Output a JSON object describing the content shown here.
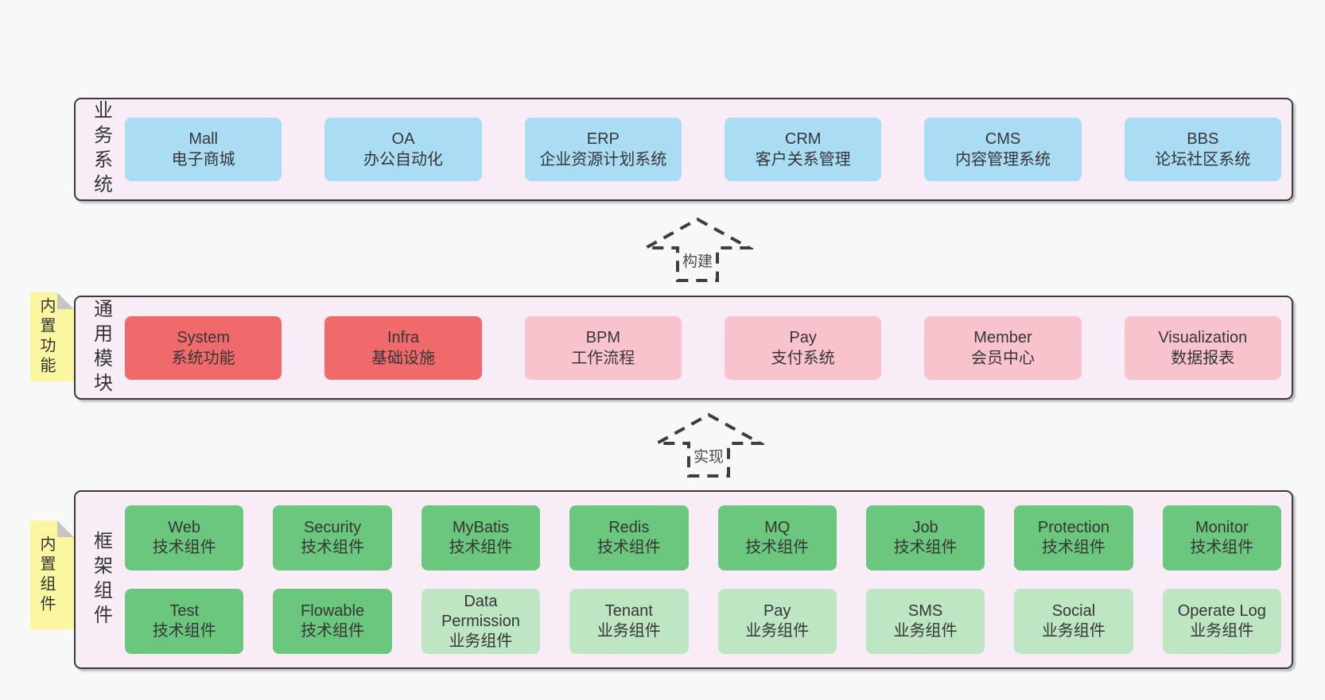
{
  "colors": {
    "page_background": "#f8f8f8",
    "band_background": "#f8edf6",
    "band_border": "#3a3a3a",
    "blue_box": "#aadcf4",
    "red_box": "#f16a6b",
    "pink_box": "#f9c3cd",
    "green_box": "#6bc77e",
    "light_green_box": "#bfe6c3",
    "sticky_yellow": "#faf7a0",
    "text": "#363636"
  },
  "arrows": {
    "build": "构建",
    "implement": "实现"
  },
  "sections": {
    "business": {
      "title": "业务系统",
      "boxes": [
        {
          "name": "Mall",
          "subtitle": "电子商城",
          "variant": "blue"
        },
        {
          "name": "OA",
          "subtitle": "办公自动化",
          "variant": "blue"
        },
        {
          "name": "ERP",
          "subtitle": "企业资源计划系统",
          "variant": "blue"
        },
        {
          "name": "CRM",
          "subtitle": "客户关系管理",
          "variant": "blue"
        },
        {
          "name": "CMS",
          "subtitle": "内容管理系统",
          "variant": "blue"
        },
        {
          "name": "BBS",
          "subtitle": "论坛社区系统",
          "variant": "blue"
        }
      ]
    },
    "modules": {
      "title": "通用模块",
      "sticky": "内置功能",
      "boxes": [
        {
          "name": "System",
          "subtitle": "系统功能",
          "variant": "red"
        },
        {
          "name": "Infra",
          "subtitle": "基础设施",
          "variant": "red"
        },
        {
          "name": "BPM",
          "subtitle": "工作流程",
          "variant": "pink"
        },
        {
          "name": "Pay",
          "subtitle": "支付系统",
          "variant": "pink"
        },
        {
          "name": "Member",
          "subtitle": "会员中心",
          "variant": "pink"
        },
        {
          "name": "Visualization",
          "subtitle": "数据报表",
          "variant": "pink"
        }
      ]
    },
    "framework": {
      "title": "框架组件",
      "sticky": "内置组件",
      "row1": [
        {
          "name": "Web",
          "subtitle": "技术组件",
          "variant": "green"
        },
        {
          "name": "Security",
          "subtitle": "技术组件",
          "variant": "green"
        },
        {
          "name": "MyBatis",
          "subtitle": "技术组件",
          "variant": "green"
        },
        {
          "name": "Redis",
          "subtitle": "技术组件",
          "variant": "green"
        },
        {
          "name": "MQ",
          "subtitle": "技术组件",
          "variant": "green"
        },
        {
          "name": "Job",
          "subtitle": "技术组件",
          "variant": "green"
        },
        {
          "name": "Protection",
          "subtitle": "技术组件",
          "variant": "green"
        },
        {
          "name": "Monitor",
          "subtitle": "技术组件",
          "variant": "green"
        }
      ],
      "row2": [
        {
          "name": "Test",
          "subtitle": "技术组件",
          "variant": "green"
        },
        {
          "name": "Flowable",
          "subtitle": "技术组件",
          "variant": "green"
        },
        {
          "name": "Data Permission",
          "subtitle": "业务组件",
          "variant": "lightgreen"
        },
        {
          "name": "Tenant",
          "subtitle": "业务组件",
          "variant": "lightgreen"
        },
        {
          "name": "Pay",
          "subtitle": "业务组件",
          "variant": "lightgreen"
        },
        {
          "name": "SMS",
          "subtitle": "业务组件",
          "variant": "lightgreen"
        },
        {
          "name": "Social",
          "subtitle": "业务组件",
          "variant": "lightgreen"
        },
        {
          "name": "Operate Log",
          "subtitle": "业务组件",
          "variant": "lightgreen"
        }
      ]
    }
  }
}
